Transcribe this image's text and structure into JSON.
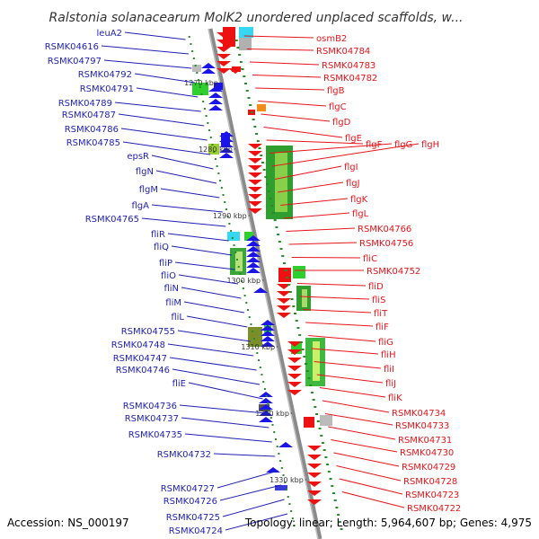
{
  "title": "Ralstonia solanacearum MolK2 unordered unplaced scaffolds, w...",
  "footer": {
    "accession": "Accession: NS_000197",
    "topology": "Topology: linear; Length: 5,964,607 bp; Genes: 4,975"
  },
  "colors": {
    "left_label": "#1f1fb4",
    "right_label": "#e8141a",
    "backbone": "#8a8a8a",
    "forward_arrow": "#1a14e6",
    "reverse_arrow": "#ee1111",
    "tick": "#2a8a2a"
  },
  "scale_ticks": [
    "1270 kbp",
    "1280 kbp",
    "1290 kbp",
    "1300 kbp",
    "1310 kbp",
    "1320 kbp",
    "1330 kbp"
  ],
  "left_labels": [
    "leuA2",
    "RSMK04616",
    "RSMK04797",
    "RSMK04792",
    "RSMK04791",
    "RSMK04789",
    "RSMK04787",
    "RSMK04786",
    "RSMK04785",
    "epsR",
    "flgN",
    "flgM",
    "flgA",
    "RSMK04765",
    "fliR",
    "fliQ",
    "fliP",
    "fliO",
    "fliN",
    "fliM",
    "fliL",
    "RSMK04755",
    "RSMK04748",
    "RSMK04747",
    "RSMK04746",
    "fliE",
    "RSMK04736",
    "RSMK04737",
    "RSMK04735",
    "RSMK04732",
    "RSMK04727",
    "RSMK04726",
    "RSMK04725",
    "RSMK04724"
  ],
  "right_labels": [
    "osmB2",
    "RSMK04784",
    "RSMK04783",
    "RSMK04782",
    "flgB",
    "flgC",
    "flgD",
    "flgE",
    "flgF",
    "flgG",
    "flgH",
    "flgI",
    "flgJ",
    "flgK",
    "flgL",
    "RSMK04766",
    "RSMK04756",
    "fliC",
    "RSMK04752",
    "fliD",
    "fliS",
    "fliT",
    "fliF",
    "fliG",
    "fliH",
    "fliI",
    "fliJ",
    "fliK",
    "RSMK04734",
    "RSMK04733",
    "RSMK04731",
    "RSMK04730",
    "RSMK04729",
    "RSMK04728",
    "RSMK04723",
    "RSMK04722"
  ]
}
